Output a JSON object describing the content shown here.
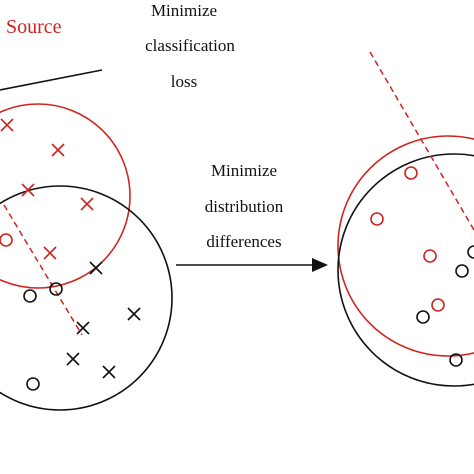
{
  "labels": {
    "source": "Source",
    "left_caption": [
      "Minimize",
      "classification",
      "loss"
    ],
    "middle_caption": [
      "Minimize",
      "distribution",
      "differences"
    ]
  },
  "colors": {
    "source": "#d0231f",
    "target": "#111111",
    "background": "#ffffff"
  },
  "legend_semantics": {
    "cross_marker": "x-mark",
    "circle_marker": "o-mark"
  }
}
